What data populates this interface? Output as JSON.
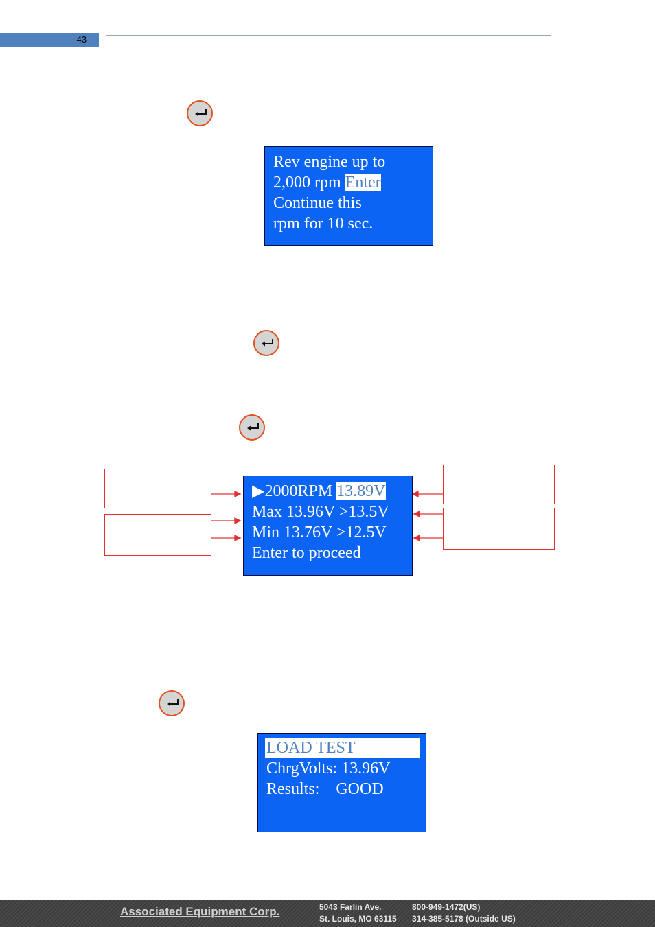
{
  "header": {
    "page_number": "- 43 -"
  },
  "screen1": {
    "lines": [
      "Rev engine up to",
      "2,000 rpm ",
      "Continue this",
      "rpm for 10 sec."
    ],
    "highlight": "Enter"
  },
  "screen2": {
    "line1_pointer": "▶",
    "line1_rpm": "2000RPM ",
    "line1_reading": "13.89V",
    "line2": "Max 13.96V >13.5V",
    "line3": "Min 13.76V >12.5V",
    "line4": "Enter to proceed"
  },
  "screen3": {
    "title": "LOAD TEST",
    "line2": "ChrgVolts: 13.96V",
    "line3": "Results:    GOOD"
  },
  "footer": {
    "company": "Associated Equipment Corp.",
    "address_line1": "5043 Farlin Ave.",
    "address_line2": "St. Louis, MO 63115",
    "phone_line1": "800-949-1472(US)",
    "phone_line2": "314-385-5178 (Outside US)"
  },
  "colors": {
    "lcd_background": "#0b64f4",
    "lcd_highlight_text": "#4f81bd",
    "button_border": "#e0521e",
    "callout_border": "#e03030",
    "page_tab": "#4f81bd"
  },
  "icons": {
    "enter_button": "enter-return-icon",
    "pointer": "right-triangle-pointer"
  }
}
